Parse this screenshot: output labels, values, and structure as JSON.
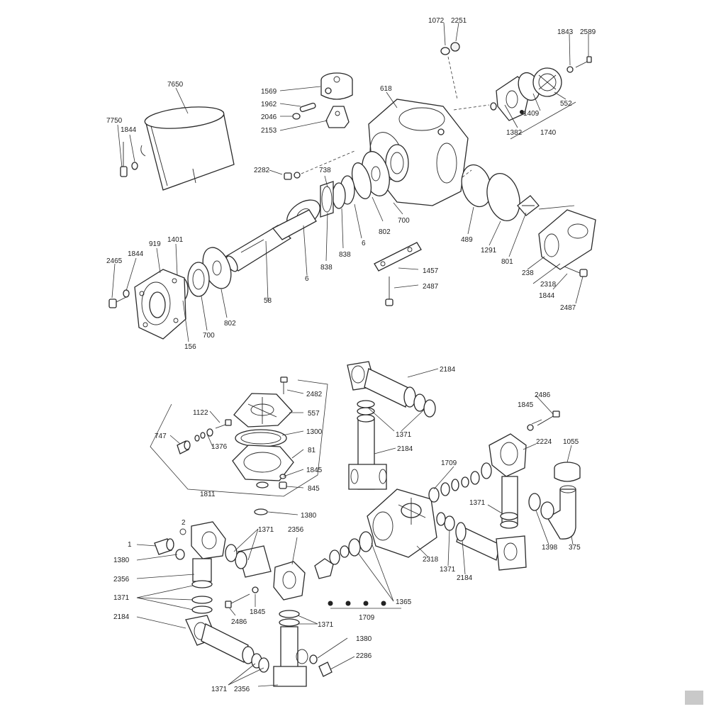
{
  "labels": [
    {
      "id": "1072",
      "text": "1072"
    },
    {
      "id": "2251",
      "text": "2251"
    },
    {
      "id": "1843",
      "text": "1843"
    },
    {
      "id": "2589",
      "text": "2589"
    },
    {
      "id": "7650",
      "text": "7650"
    },
    {
      "id": "1569",
      "text": "1569"
    },
    {
      "id": "618",
      "text": "618"
    },
    {
      "id": "1962",
      "text": "1962"
    },
    {
      "id": "2046",
      "text": "2046"
    },
    {
      "id": "2153",
      "text": "2153"
    },
    {
      "id": "552",
      "text": "552"
    },
    {
      "id": "1409",
      "text": "1409"
    },
    {
      "id": "1382",
      "text": "1382"
    },
    {
      "id": "1740",
      "text": "1740"
    },
    {
      "id": "7750",
      "text": "7750"
    },
    {
      "id": "1844a",
      "text": "1844"
    },
    {
      "id": "2282",
      "text": "2282"
    },
    {
      "id": "738",
      "text": "738"
    },
    {
      "id": "1401",
      "text": "1401"
    },
    {
      "id": "919",
      "text": "919"
    },
    {
      "id": "1844b",
      "text": "1844"
    },
    {
      "id": "2465",
      "text": "2465"
    },
    {
      "id": "489",
      "text": "489"
    },
    {
      "id": "1291",
      "text": "1291"
    },
    {
      "id": "802a",
      "text": "802"
    },
    {
      "id": "700a",
      "text": "700"
    },
    {
      "id": "6a",
      "text": "6"
    },
    {
      "id": "838a",
      "text": "838"
    },
    {
      "id": "838b",
      "text": "838"
    },
    {
      "id": "6b",
      "text": "6"
    },
    {
      "id": "801",
      "text": "801"
    },
    {
      "id": "238",
      "text": "238"
    },
    {
      "id": "2318a",
      "text": "2318"
    },
    {
      "id": "1844c",
      "text": "1844"
    },
    {
      "id": "2487a",
      "text": "2487"
    },
    {
      "id": "1457",
      "text": "1457"
    },
    {
      "id": "2487b",
      "text": "2487"
    },
    {
      "id": "58",
      "text": "58"
    },
    {
      "id": "802b",
      "text": "802"
    },
    {
      "id": "700b",
      "text": "700"
    },
    {
      "id": "156",
      "text": "156"
    },
    {
      "id": "2184a",
      "text": "2184"
    },
    {
      "id": "2482",
      "text": "2482"
    },
    {
      "id": "557",
      "text": "557"
    },
    {
      "id": "1122",
      "text": "1122"
    },
    {
      "id": "1300",
      "text": "1300"
    },
    {
      "id": "747",
      "text": "747"
    },
    {
      "id": "1376",
      "text": "1376"
    },
    {
      "id": "81",
      "text": "81"
    },
    {
      "id": "1845a",
      "text": "1845"
    },
    {
      "id": "845",
      "text": "845"
    },
    {
      "id": "1811",
      "text": "1811"
    },
    {
      "id": "1380a",
      "text": "1380"
    },
    {
      "id": "1371a",
      "text": "1371"
    },
    {
      "id": "2184b",
      "text": "2184"
    },
    {
      "id": "2486a",
      "text": "2486"
    },
    {
      "id": "1845b",
      "text": "1845"
    },
    {
      "id": "2224",
      "text": "2224"
    },
    {
      "id": "1055",
      "text": "1055"
    },
    {
      "id": "1709a",
      "text": "1709"
    },
    {
      "id": "1371b",
      "text": "1371"
    },
    {
      "id": "1398",
      "text": "1398"
    },
    {
      "id": "375",
      "text": "375"
    },
    {
      "id": "2318b",
      "text": "2318"
    },
    {
      "id": "1371c",
      "text": "1371"
    },
    {
      "id": "2184c",
      "text": "2184"
    },
    {
      "id": "2",
      "text": "2"
    },
    {
      "id": "1",
      "text": "1"
    },
    {
      "id": "1380b",
      "text": "1380"
    },
    {
      "id": "2356a",
      "text": "2356"
    },
    {
      "id": "1371d",
      "text": "1371"
    },
    {
      "id": "2356b",
      "text": "2356"
    },
    {
      "id": "1371e",
      "text": "1371"
    },
    {
      "id": "2184d",
      "text": "2184"
    },
    {
      "id": "2486b",
      "text": "2486"
    },
    {
      "id": "1845c",
      "text": "1845"
    },
    {
      "id": "1371f",
      "text": "1371"
    },
    {
      "id": "1365",
      "text": "1365"
    },
    {
      "id": "1709b",
      "text": "1709"
    },
    {
      "id": "1380c",
      "text": "1380"
    },
    {
      "id": "2286",
      "text": "2286"
    },
    {
      "id": "1371g",
      "text": "1371"
    },
    {
      "id": "2356c",
      "text": "2356"
    }
  ]
}
